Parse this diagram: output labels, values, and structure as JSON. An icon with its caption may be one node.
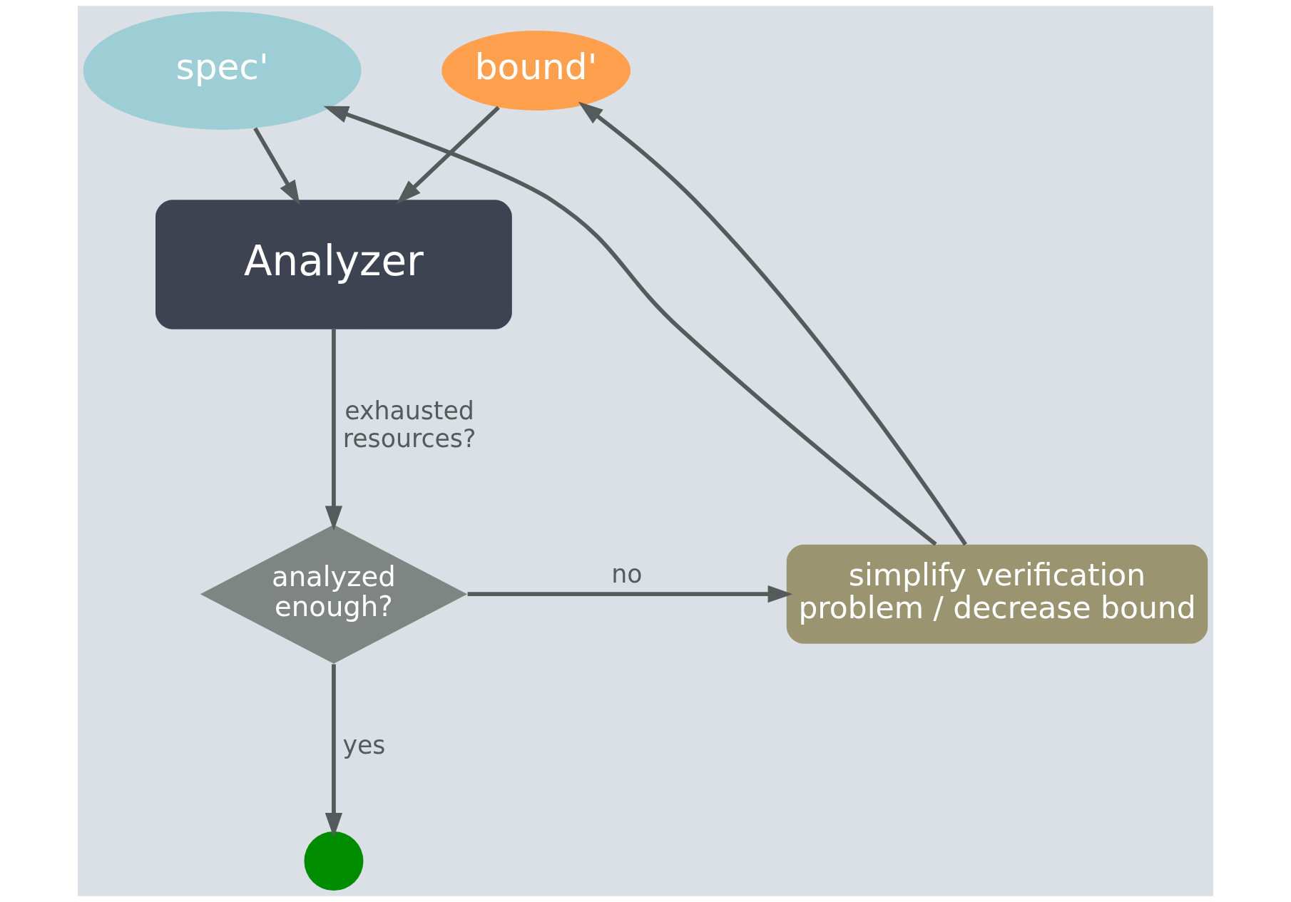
{
  "diagram": {
    "nodes": [
      {
        "text": [
          "spec'"
        ]
      },
      {
        "text": [
          "bound'"
        ]
      },
      {
        "text": [
          "Analyzer"
        ]
      },
      {
        "text": [
          "analyzed enough?"
        ]
      },
      {
        "text": [
          "simplify verification problem / decrease bound"
        ]
      },
      {
        "text": [],
        "shape": "circle"
      }
    ],
    "edges": [
      {
        "from": 0,
        "to": 2,
        "arrow": "to"
      },
      {
        "from": 1,
        "to": 2,
        "arrow": "to"
      },
      {
        "from": 2,
        "to": 3,
        "arrow": "to",
        "label": "exhausted resources?"
      },
      {
        "from": 3,
        "to": 4,
        "arrow": "to",
        "label": "no"
      },
      {
        "from": 3,
        "to": 5,
        "arrow": "to",
        "label": "yes"
      },
      {
        "from": 4,
        "to": 0,
        "arrow": "to"
      },
      {
        "from": 4,
        "to": 1,
        "arrow": "to"
      }
    ]
  }
}
